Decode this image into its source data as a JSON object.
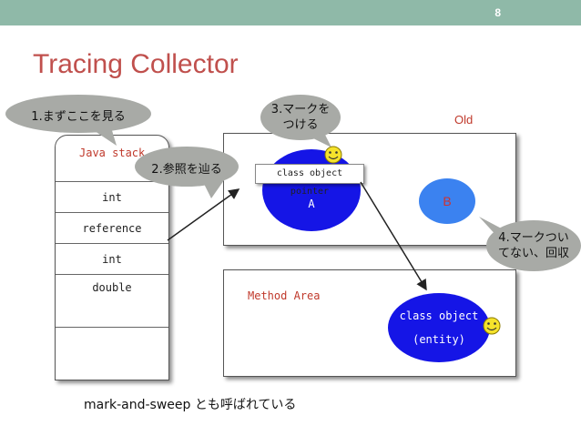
{
  "page": {
    "number": "8",
    "title": "Tracing Collector"
  },
  "stack": {
    "label": "Java stack",
    "rows": [
      "int",
      "reference",
      "int",
      "double"
    ]
  },
  "old_area": {
    "label": "Old",
    "object_a": "A",
    "object_b": "B",
    "pointer": "class object pointer"
  },
  "method_area": {
    "label": "Method Area",
    "class_object_line1": "class object",
    "class_object_line2": "(entity)"
  },
  "callouts": {
    "step1": "1.まずここを見る",
    "step2": "2.参照を辿る",
    "step3_line1": "3.マークを",
    "step3_line2": "つける",
    "step4_line1": "4.マークつい",
    "step4_line2": "てない、回収"
  },
  "caption": "mark-and-sweep とも呼ばれている",
  "icons": {
    "mark": "smiley-icon"
  },
  "colors": {
    "topbar": "#8fb9a8",
    "title": "#c0504d",
    "object": "#1515e6",
    "callout": "#a8aaa6"
  }
}
